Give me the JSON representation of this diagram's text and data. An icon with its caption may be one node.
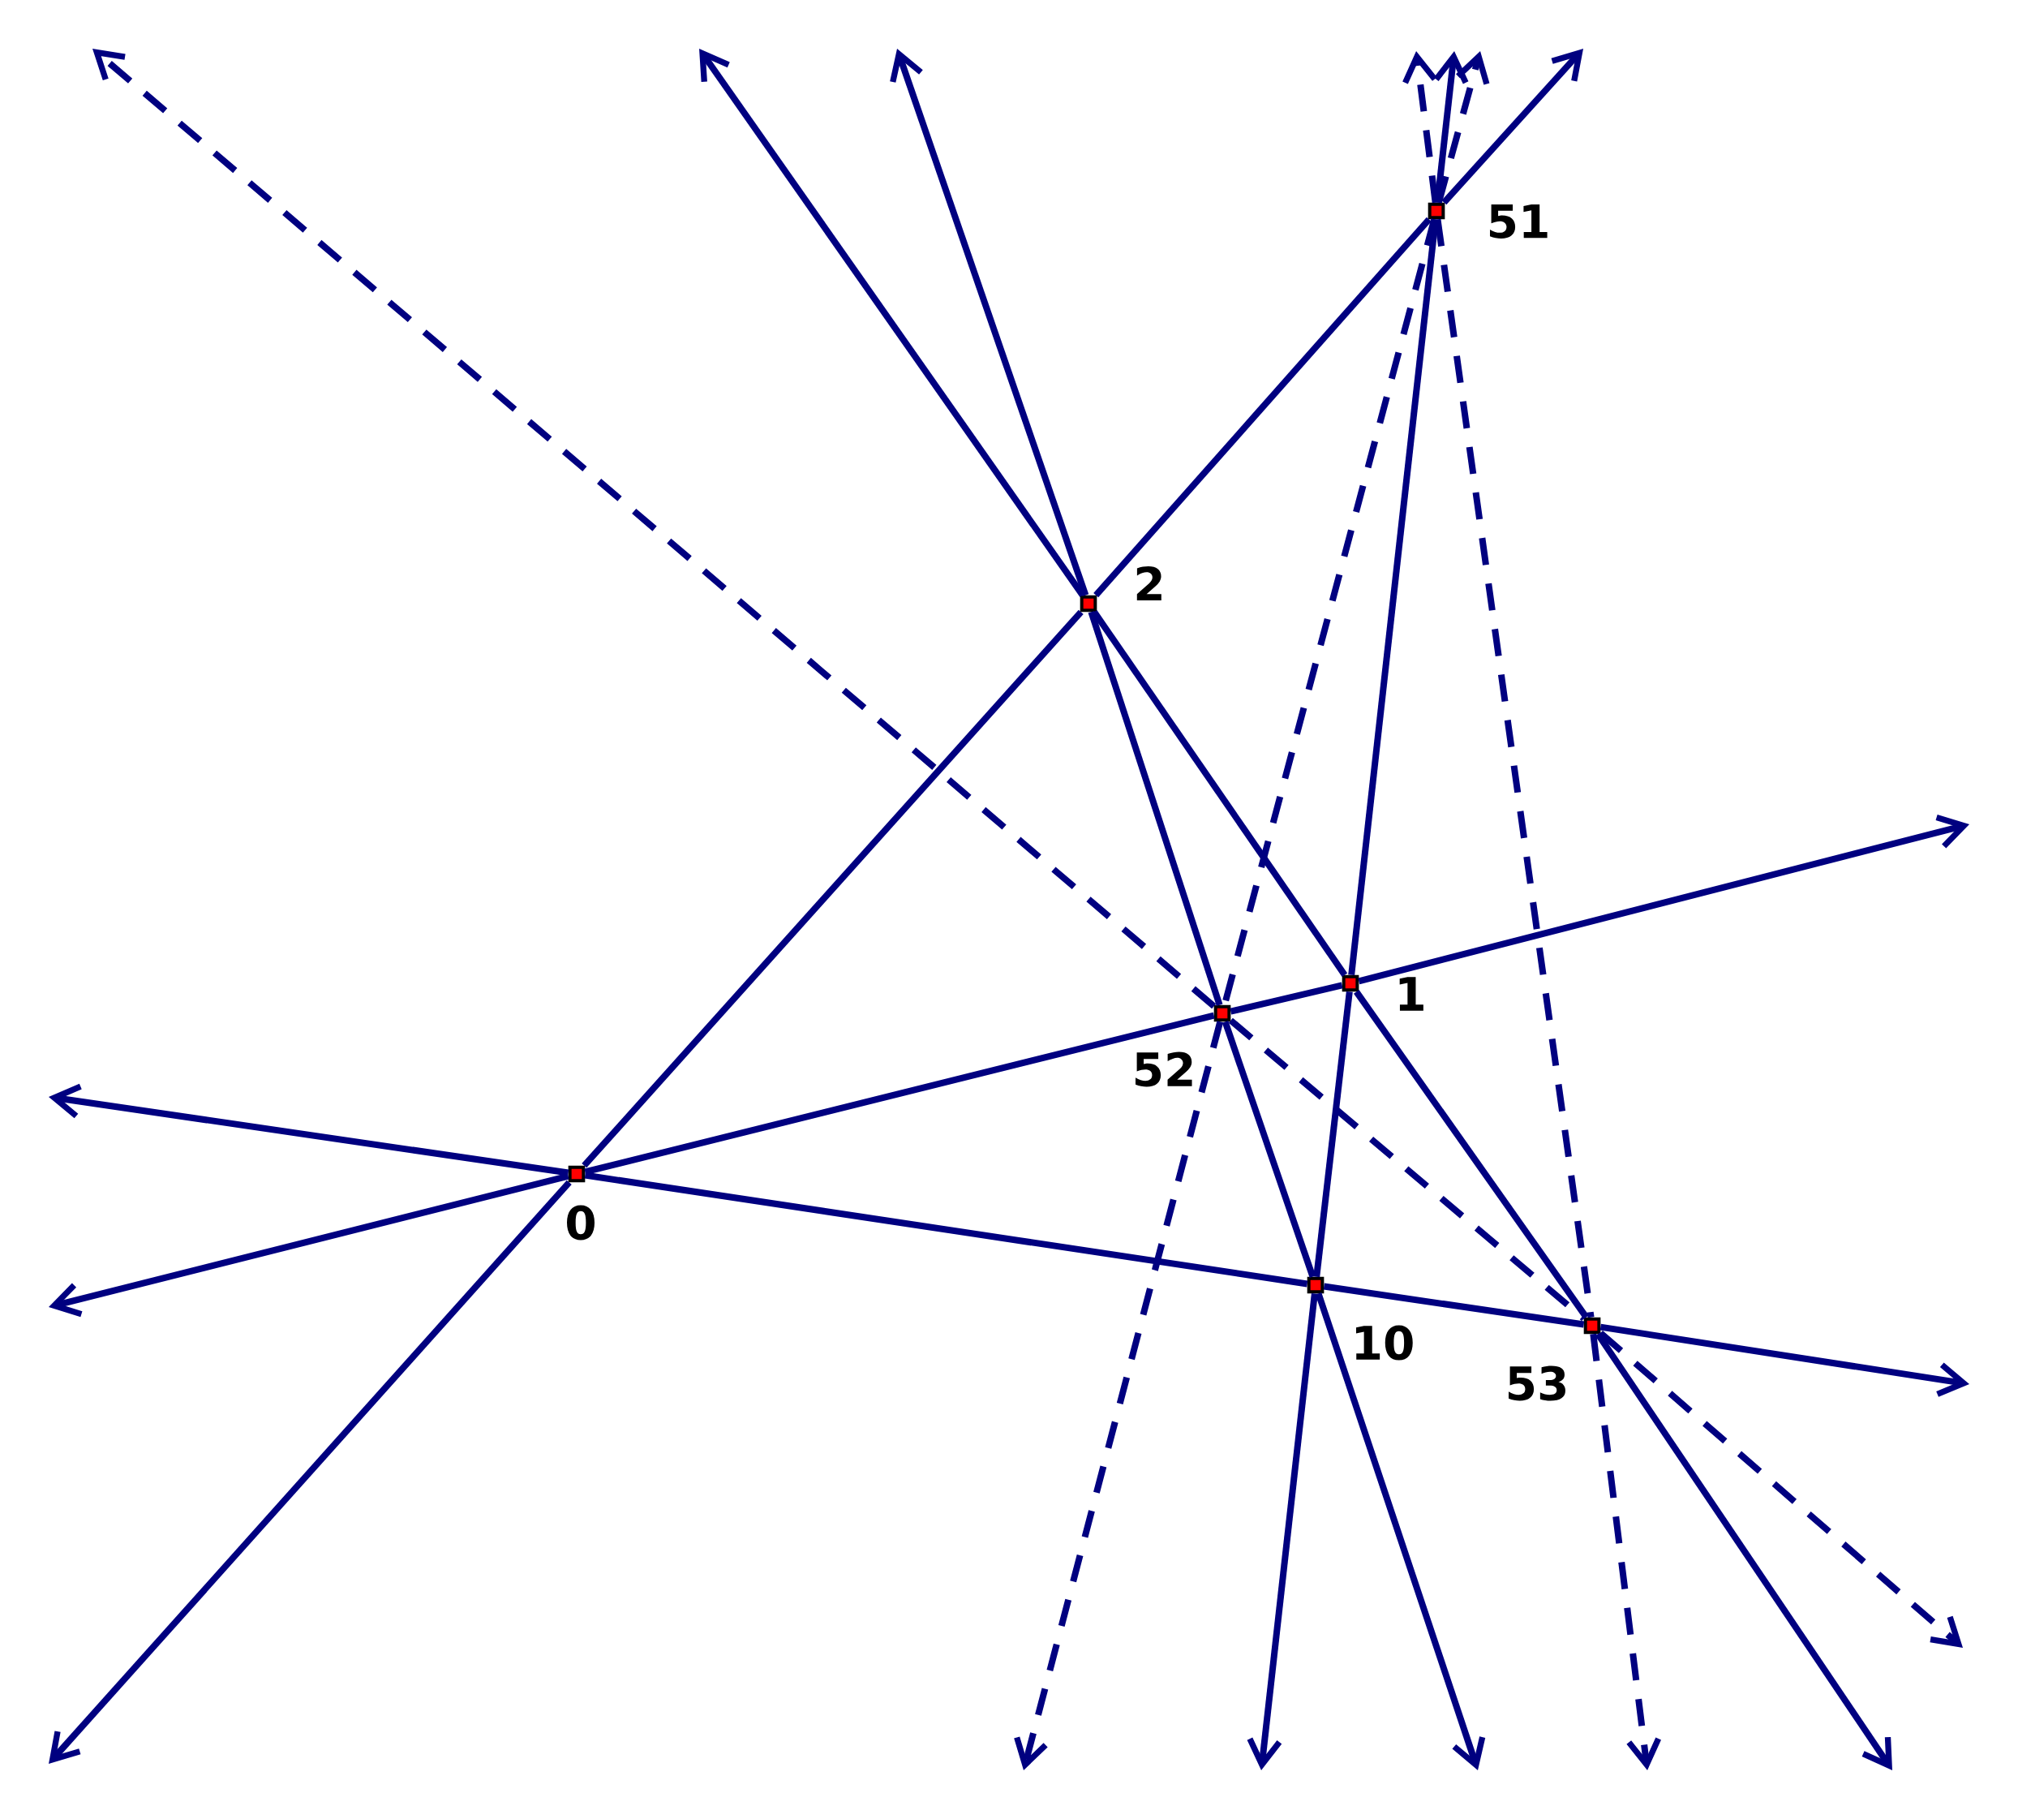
{
  "diagram": {
    "nodes": [
      {
        "text": [
          "0"
        ]
      },
      {
        "text": [
          "1"
        ]
      },
      {
        "text": [
          "2"
        ]
      },
      {
        "text": [
          "51"
        ]
      },
      {
        "text": [
          "52"
        ]
      },
      {
        "text": [
          "53"
        ]
      },
      {
        "text": [
          "10"
        ]
      }
    ],
    "edges": [
      {
        "from": 0,
        "to": 2,
        "arrow": "none"
      },
      {
        "from": 2,
        "to": 3,
        "arrow": "none"
      },
      {
        "from": 0,
        "to": null,
        "arrow": "to"
      },
      {
        "from": 3,
        "to": null,
        "arrow": "to"
      },
      {
        "from": 0,
        "to": 4,
        "arrow": "none"
      },
      {
        "from": 4,
        "to": 1,
        "arrow": "none"
      },
      {
        "from": 0,
        "to": null,
        "arrow": "to"
      },
      {
        "from": 1,
        "to": null,
        "arrow": "to"
      },
      {
        "from": 0,
        "to": 6,
        "arrow": "none"
      },
      {
        "from": 6,
        "to": 5,
        "arrow": "none"
      },
      {
        "from": 0,
        "to": null,
        "arrow": "to"
      },
      {
        "from": 5,
        "to": null,
        "arrow": "to"
      },
      {
        "from": 2,
        "to": 4,
        "arrow": "none"
      },
      {
        "from": 4,
        "to": 6,
        "arrow": "none"
      },
      {
        "from": 2,
        "to": null,
        "arrow": "to"
      },
      {
        "from": 6,
        "to": null,
        "arrow": "to"
      },
      {
        "from": 2,
        "to": 1,
        "arrow": "none"
      },
      {
        "from": 1,
        "to": 5,
        "arrow": "none"
      },
      {
        "from": 2,
        "to": null,
        "arrow": "to"
      },
      {
        "from": 5,
        "to": null,
        "arrow": "to"
      },
      {
        "from": 3,
        "to": 1,
        "arrow": "none"
      },
      {
        "from": 1,
        "to": 6,
        "arrow": "none"
      },
      {
        "from": 3,
        "to": null,
        "arrow": "to"
      },
      {
        "from": 6,
        "to": null,
        "arrow": "to"
      },
      {
        "from": 4,
        "to": 5,
        "arrow": "none",
        "style": "dashed"
      },
      {
        "from": 4,
        "to": null,
        "arrow": "to",
        "style": "dashed"
      },
      {
        "from": 5,
        "to": null,
        "arrow": "to",
        "style": "dashed"
      },
      {
        "from": 3,
        "to": 4,
        "arrow": "none",
        "style": "dashed"
      },
      {
        "from": 3,
        "to": null,
        "arrow": "to",
        "style": "dashed"
      },
      {
        "from": 4,
        "to": null,
        "arrow": "to",
        "style": "dashed"
      },
      {
        "from": 3,
        "to": 5,
        "arrow": "none",
        "style": "dashed"
      },
      {
        "from": 3,
        "to": null,
        "arrow": "to",
        "style": "dashed"
      },
      {
        "from": 5,
        "to": null,
        "arrow": "to",
        "style": "dashed"
      }
    ]
  }
}
